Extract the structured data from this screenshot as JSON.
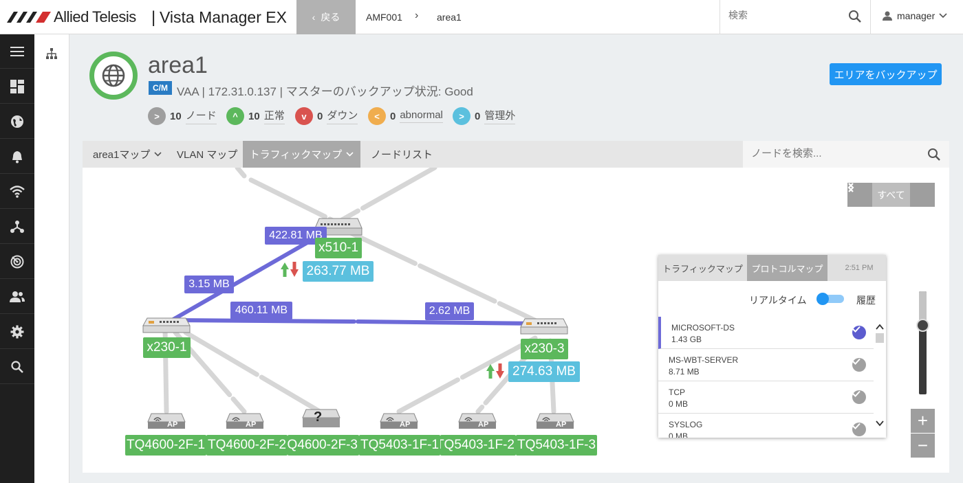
{
  "header": {
    "brand": "Allied Telesis",
    "separator": "|",
    "app_name": "Vista Manager EX",
    "back_label": "戻る",
    "breadcrumb": [
      "AMF001",
      "area1"
    ],
    "search_placeholder": "検索",
    "user": "manager"
  },
  "sidebar": {
    "items": [
      "menu-icon",
      "dashboard-icon",
      "globe-icon",
      "alarm-bell-icon",
      "wifi-icon",
      "topology-icon",
      "radar-icon",
      "users-icon",
      "settings-icon",
      "search-icon"
    ]
  },
  "area": {
    "title": "area1",
    "badge": "C/M",
    "subtitle": "VAA | 172.31.0.137 | マスターのバックアップ状況: Good",
    "backup_button": "エリアをバックアップ",
    "stats": [
      {
        "count": "10",
        "label": "ノード",
        "color": "#9e9e9e"
      },
      {
        "count": "10",
        "label": "正常",
        "color": "#5cb85c"
      },
      {
        "count": "0",
        "label": "ダウン",
        "color": "#d9534f"
      },
      {
        "count": "0",
        "label": "abnormal",
        "color": "#f0ad4e"
      },
      {
        "count": "0",
        "label": "管理外",
        "color": "#5bc0de"
      }
    ]
  },
  "tabs": {
    "map": "area1マップ",
    "vlan": "VLAN マップ",
    "traffic": "トラフィックマップ",
    "nodes": "ノードリスト",
    "node_search_placeholder": "ノードを検索..."
  },
  "map": {
    "nav_all": "すべて",
    "nodes": {
      "x510": "x510-1",
      "x230_1": "x230-1",
      "x230_3": "x230-3"
    },
    "traffic": {
      "x510_total": "263.77 MB",
      "x230_3_total": "274.63 MB"
    },
    "links": {
      "l1": "422.81 MB",
      "l2": "3.15 MB",
      "l3": "460.11 MB",
      "l4": "2.62 MB"
    },
    "aps": [
      "TQ4600-2F-1",
      "TQ4600-2F-2",
      "TQ4600-2F-3",
      "TQ5403-1F-1",
      "TQ5403-1F-2",
      "TQ5403-1F-3"
    ],
    "ap_badge": "AP",
    "unknown_mark": "?"
  },
  "protocol_panel": {
    "tab_traffic": "トラフィックマップ",
    "tab_protocol": "プロトコルマップ",
    "time": "2:51 PM",
    "realtime_label": "リアルタイム",
    "history_label": "履歴",
    "items": [
      {
        "name": "MICROSOFT-DS",
        "value": "1.43 GB",
        "selected": true
      },
      {
        "name": "MS-WBT-SERVER",
        "value": "8.71 MB",
        "selected": false
      },
      {
        "name": "TCP",
        "value": "0 MB",
        "selected": false
      },
      {
        "name": "SYSLOG",
        "value": "0 MB",
        "selected": false
      }
    ]
  },
  "colors": {
    "accent": "#2196f3",
    "node_green": "#5cb85c",
    "traffic_blue": "#5bc0de",
    "link_purple": "#6d6ad8",
    "sidebar": "#1f1f1f"
  }
}
